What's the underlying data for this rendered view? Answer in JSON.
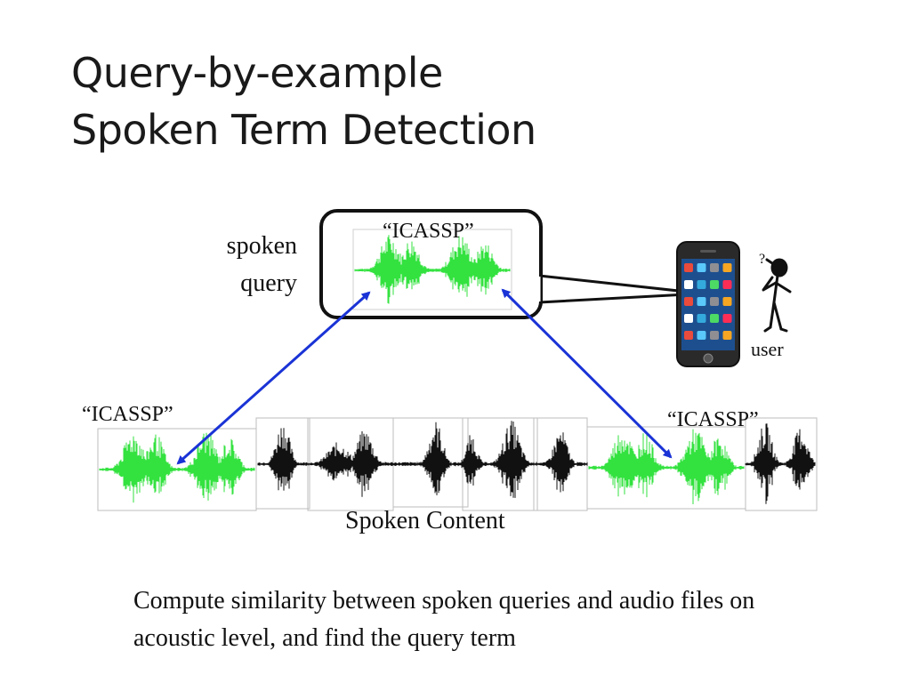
{
  "slide": {
    "title_line1": "Query-by-example",
    "title_line2": "Spoken Term Detection"
  },
  "query": {
    "label_line1": "spoken",
    "label_line2": "query",
    "term": "“ICASSP”"
  },
  "content": {
    "label": "Spoken Content",
    "match_left_term": "“ICASSP”",
    "match_right_term": "“ICASSP”"
  },
  "user": {
    "label": "user",
    "thought": "?"
  },
  "caption": "Compute similarity between spoken queries and audio files on acoustic level, and find the query term",
  "colors": {
    "match_wave": "#33e23f",
    "content_wave": "#111111",
    "arrow": "#1a33d6",
    "callout_border": "#111111"
  }
}
